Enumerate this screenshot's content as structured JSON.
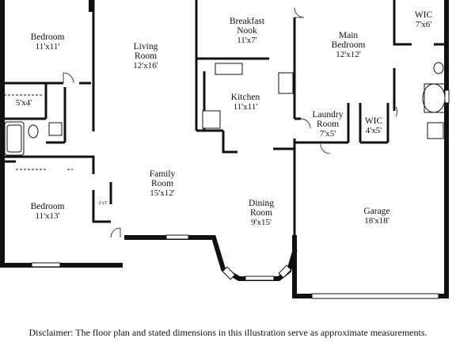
{
  "rooms": {
    "bedroom_nw": {
      "name": "Bedroom",
      "dims": "11'x11'"
    },
    "closet_nw": {
      "dims": "5'x4'"
    },
    "living": {
      "name": "Living",
      "name2": "Room",
      "dims": "12'x16'"
    },
    "breakfast": {
      "name": "Breakfast",
      "name2": "Nook",
      "dims": "11'x7'"
    },
    "wic_ne": {
      "name": "WIC",
      "dims": "7'x6'"
    },
    "main_bedroom": {
      "name": "Main",
      "name2": "Bedroom",
      "dims": "12'x12'"
    },
    "kitchen": {
      "name": "Kitchen",
      "dims": "11'x11'"
    },
    "laundry": {
      "name": "Laundry",
      "name2": "Room",
      "dims": "7'x5'"
    },
    "wic_mid": {
      "name": "WIC",
      "dims": "4'x5'"
    },
    "family": {
      "name": "Family",
      "name2": "Room",
      "dims": "15'x12'"
    },
    "bedroom_sw": {
      "name": "Bedroom",
      "dims": "11'x13'"
    },
    "hall_closet": {
      "dims": "2'x3'"
    },
    "dining": {
      "name": "Dining",
      "name2": "Room",
      "dims": "9'x15'"
    },
    "garage": {
      "name": "Garage",
      "dims": "18'x18'"
    }
  },
  "disclaimer": "Disclaimer: The floor plan and stated dimensions in this illustration serve as approximate measurements."
}
